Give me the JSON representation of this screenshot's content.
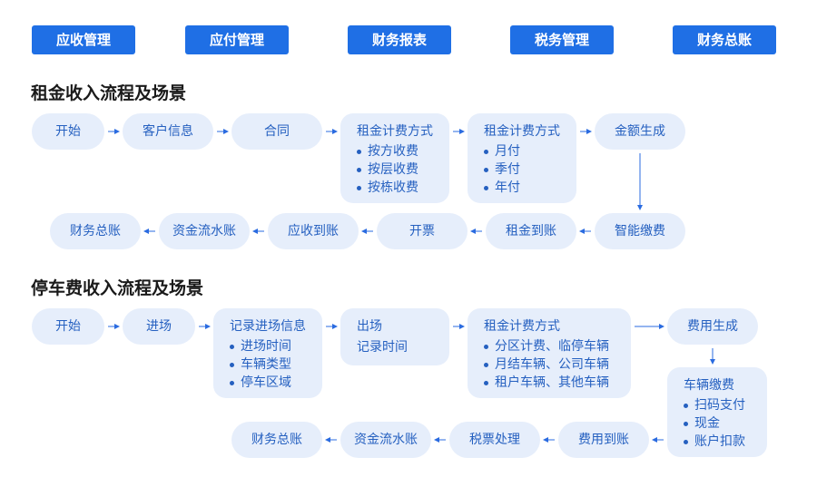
{
  "tabs": [
    "应收管理",
    "应付管理",
    "财务报表",
    "税务管理",
    "财务总账"
  ],
  "rent": {
    "title": "租金收入流程及场景",
    "start": "开始",
    "customer_info": "客户信息",
    "contract": "合同",
    "billing1": {
      "title": "租金计费方式",
      "items": [
        "按方收费",
        "按层收费",
        "按栋收费"
      ]
    },
    "billing2": {
      "title": "租金计费方式",
      "items": [
        "月付",
        "季付",
        "年付"
      ]
    },
    "amount_gen": "金额生成",
    "smart_pay": "智能缴费",
    "rent_received": "租金到账",
    "invoice": "开票",
    "receivable": "应收到账",
    "cash_journal": "资金流水账",
    "general_ledger": "财务总账"
  },
  "parking": {
    "title": "停车费收入流程及场景",
    "start": "开始",
    "enter": "进场",
    "record_in": {
      "title": "记录进场信息",
      "items": [
        "进场时间",
        "车辆类型",
        "停车区域"
      ]
    },
    "exit": {
      "title": "出场",
      "sub": "记录时间"
    },
    "billing": {
      "title": "租金计费方式",
      "items": [
        "分区计费、临停车辆",
        "月结车辆、公司车辆",
        "租户车辆、其他车辆"
      ]
    },
    "fee_gen": "费用生成",
    "vehicle_pay": {
      "title": "车辆缴费",
      "items": [
        "扫码支付",
        "现金",
        "账户扣款"
      ]
    },
    "fee_received": "费用到账",
    "tax_process": "税票处理",
    "cash_journal": "资金流水账",
    "general_ledger": "财务总账"
  }
}
